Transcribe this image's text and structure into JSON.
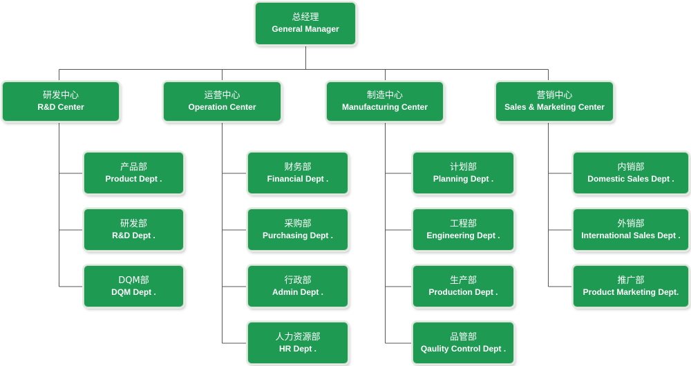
{
  "colors": {
    "node_fill": "#1f9a53",
    "connector": "#555555"
  },
  "root": {
    "zh": "总经理",
    "en": "General Manager"
  },
  "centers": [
    {
      "zh": "研发中心",
      "en": "R&D Center",
      "depts": [
        {
          "zh": "产品部",
          "en": "Product Dept ."
        },
        {
          "zh": "研发部",
          "en": "R&D Dept ."
        },
        {
          "zh": "DQM部",
          "en": "DQM Dept ."
        }
      ]
    },
    {
      "zh": "运营中心",
      "en": "Operation Center",
      "depts": [
        {
          "zh": "财务部",
          "en": "Financial Dept ."
        },
        {
          "zh": "采购部",
          "en": "Purchasing Dept ."
        },
        {
          "zh": "行政部",
          "en": "Admin Dept ."
        },
        {
          "zh": "人力资源部",
          "en": "HR Dept ."
        }
      ]
    },
    {
      "zh": "制造中心",
      "en": "Manufacturing Center",
      "depts": [
        {
          "zh": "计划部",
          "en": "Planning Dept ."
        },
        {
          "zh": "工程部",
          "en": "Engineering Dept ."
        },
        {
          "zh": "生产部",
          "en": "Production Dept ."
        },
        {
          "zh": "品管部",
          "en": "Qaulity Control Dept ."
        }
      ]
    },
    {
      "zh": "营销中心",
      "en": "Sales &  Marketing Center",
      "depts": [
        {
          "zh": "内销部",
          "en": "Domestic Sales Dept ."
        },
        {
          "zh": "外销部",
          "en": "International  Sales Dept ."
        },
        {
          "zh": "推广部",
          "en": "Product Marketing Dept."
        }
      ]
    }
  ]
}
